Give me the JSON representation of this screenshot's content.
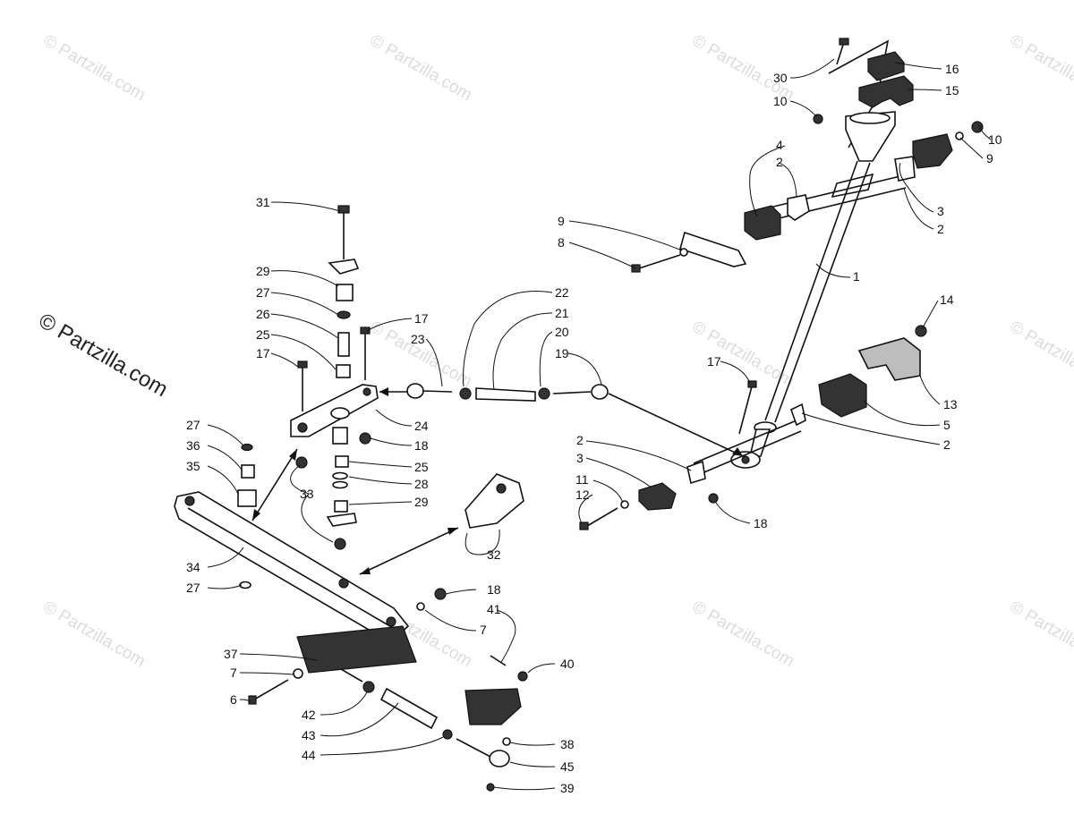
{
  "watermarks": {
    "small": "© Partzilla.com",
    "main": "© Partzilla.com"
  },
  "callouts": {
    "n1": "1",
    "n2": "2",
    "n3": "3",
    "n4": "4",
    "n5": "5",
    "n6": "6",
    "n7": "7",
    "n8": "8",
    "n9": "9",
    "n10": "10",
    "n11": "11",
    "n12": "12",
    "n13": "13",
    "n14": "14",
    "n15": "15",
    "n16": "16",
    "n17": "17",
    "n18": "18",
    "n19": "19",
    "n20": "20",
    "n21": "21",
    "n22": "22",
    "n23": "23",
    "n24": "24",
    "n25": "25",
    "n26": "26",
    "n27": "27",
    "n28": "28",
    "n29": "29",
    "n30": "30",
    "n31": "31",
    "n32": "32",
    "n33": "33",
    "n34": "34",
    "n35": "35",
    "n36": "36",
    "n37": "37",
    "n38": "38",
    "n39": "39",
    "n40": "40",
    "n41": "41",
    "n42": "42",
    "n43": "43",
    "n44": "44",
    "n45": "45"
  }
}
